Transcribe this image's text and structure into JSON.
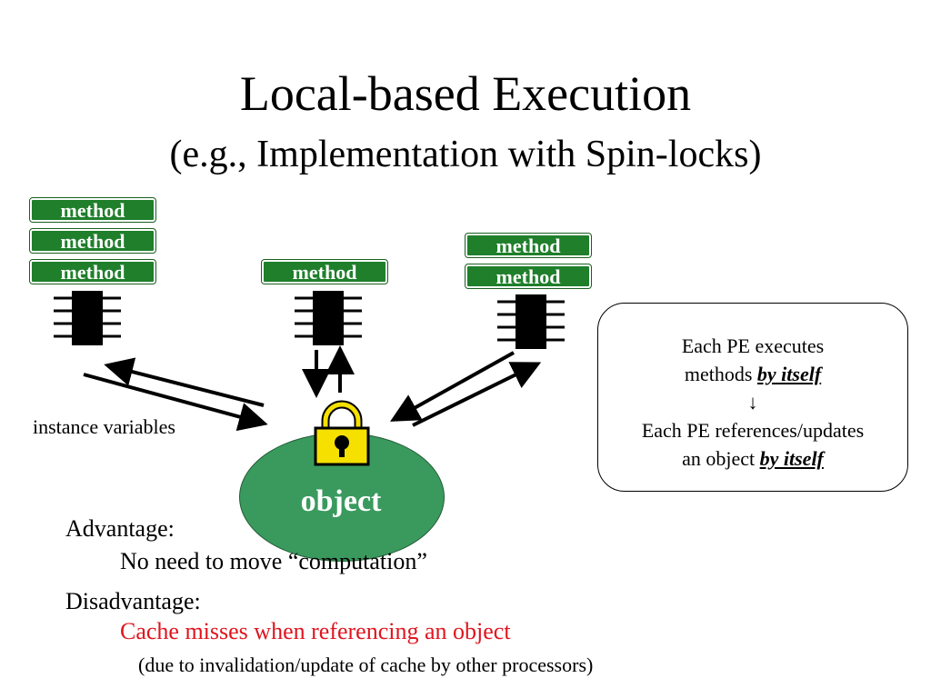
{
  "slide": {
    "title": "Local-based Execution",
    "subtitle": "(e.g., Implementation with Spin-locks)"
  },
  "diagram": {
    "pe_left": {
      "methods": [
        "method",
        "method",
        "method"
      ]
    },
    "pe_center": {
      "methods": [
        "method"
      ]
    },
    "pe_right": {
      "methods": [
        "method",
        "method"
      ]
    },
    "instance_variables_label": "instance variables",
    "object_label": "object",
    "colors": {
      "method_bg": "#1f7f2b",
      "object_fill": "#3a9a5e",
      "lock_body": "#f5e000",
      "disadvantage_text": "#e0141e"
    },
    "note": {
      "line1": "Each PE executes",
      "line2_prefix": "methods ",
      "line2_emphasis": "by itself",
      "arrow": "↓",
      "line3": "Each PE references/updates",
      "line4_prefix": "an object ",
      "line4_emphasis": "by itself"
    }
  },
  "pros_cons": {
    "advantage_label": "Advantage:",
    "advantage_text": "No need to move “computation”",
    "disadvantage_label": "Disadvantage:",
    "disadvantage_text": "Cache misses when referencing an object",
    "disadvantage_note": "(due to invalidation/update of cache by other processors)"
  }
}
